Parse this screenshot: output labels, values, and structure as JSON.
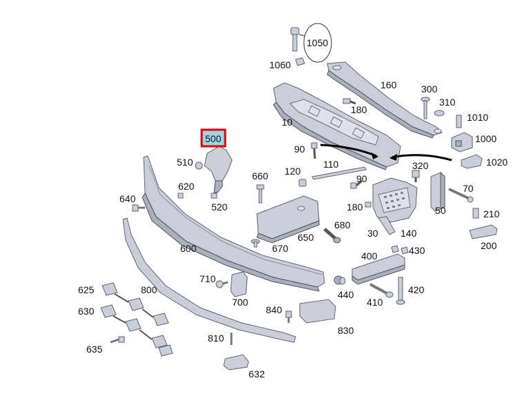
{
  "diagram": {
    "highlighted_part": "500",
    "highlight_color": "#e00000",
    "highlight_fill": "#9fd3e6",
    "labels": {
      "p1050": "1050",
      "p1060": "1060",
      "p160": "160",
      "p300": "300",
      "p310": "310",
      "p180a": "180",
      "p1010": "1010",
      "p10": "10",
      "p1000": "1000",
      "p500": "500",
      "p90a": "90",
      "p1020": "1020",
      "p510": "510",
      "p110": "110",
      "p320": "320",
      "p120": "120",
      "p660": "660",
      "p90b": "90",
      "p70": "70",
      "p620": "620",
      "p640": "640",
      "p520": "520",
      "p180b": "180",
      "p50": "50",
      "p210": "210",
      "p680": "680",
      "p650": "650",
      "p30": "30",
      "p140": "140",
      "p200": "200",
      "p600": "600",
      "p670": "670",
      "p430": "430",
      "p400": "400",
      "p710": "710",
      "p625": "625",
      "p800": "800",
      "p440": "440",
      "p420": "420",
      "p700": "700",
      "p410": "410",
      "p630": "630",
      "p840": "840",
      "p830": "830",
      "p810": "810",
      "p635": "635",
      "p632": "632"
    }
  }
}
